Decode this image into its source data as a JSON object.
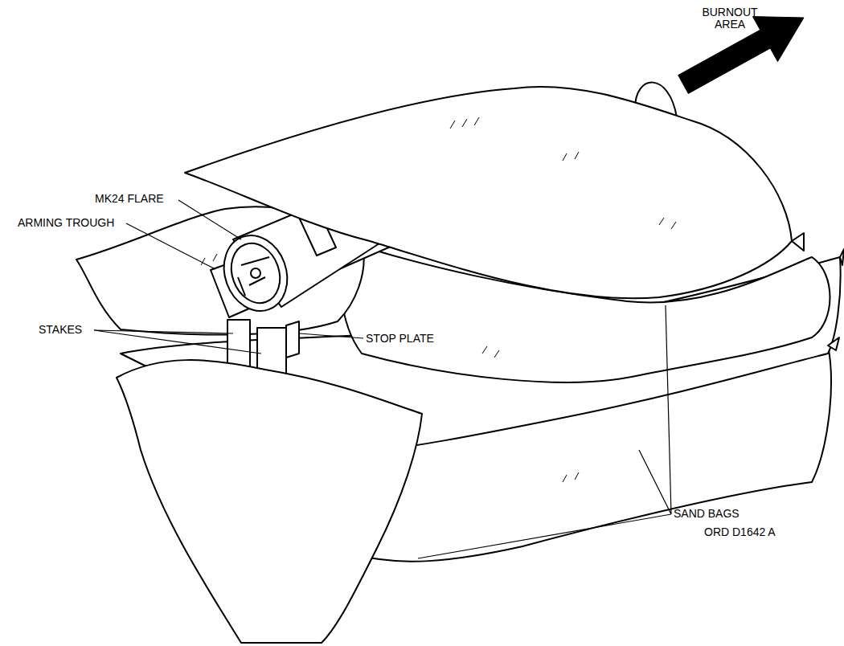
{
  "diagram": {
    "labels": [
      "BURNOUT AREA",
      "MK24 FLARE",
      "ARMING TROUGH",
      "STAKES",
      "STOP PLATE",
      "SAND BAGS",
      "ORD D1642 A"
    ]
  }
}
